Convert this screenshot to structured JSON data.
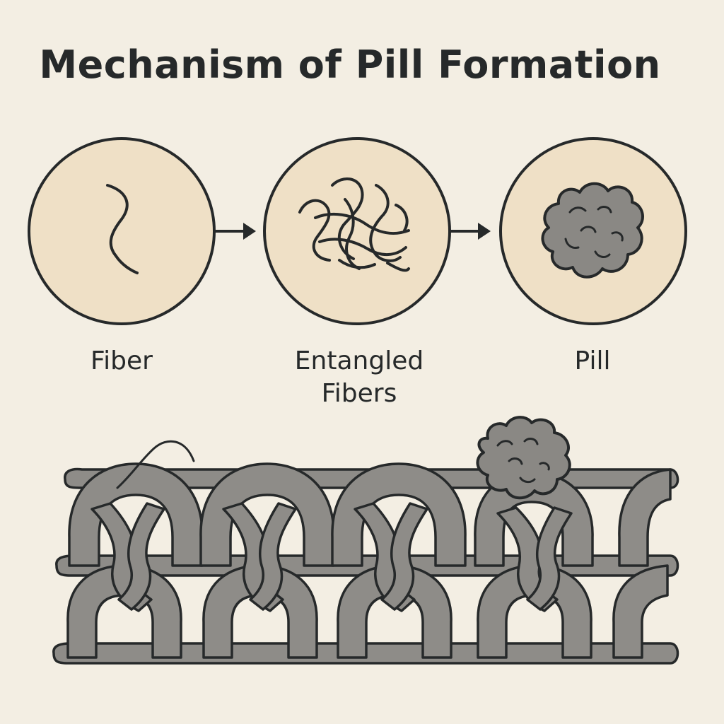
{
  "title": "Mechanism of Pill Formation",
  "stages": [
    {
      "label": "Fiber",
      "icon": "single-fiber-icon"
    },
    {
      "label": "Entangled Fibers",
      "icon": "entangled-fibers-icon"
    },
    {
      "label": "Pill",
      "icon": "pill-ball-icon"
    }
  ],
  "colors": {
    "background": "#f3eee3",
    "circle_fill": "#efe0c6",
    "outline": "#26292a",
    "yarn": "#8e8c88",
    "pill": "#8a8884"
  }
}
